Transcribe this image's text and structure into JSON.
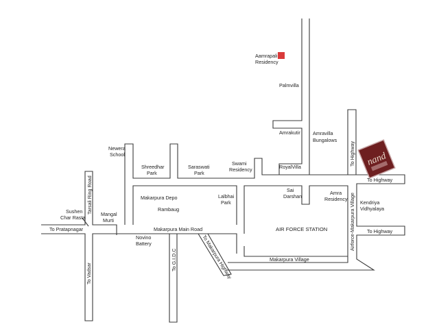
{
  "map": {
    "colors": {
      "background": "#ffffff",
      "road_line": "#3a3a3a",
      "text": "#222222",
      "highlight_marker": "#d93a3a",
      "logo_fill": "#6e1f20",
      "logo_border": "#c9a9a9"
    },
    "icons": {
      "destination_marker": "red-square-marker-icon",
      "brand_logo": "nand-logo-icon"
    },
    "labels": {
      "aamrapali": [
        "Aamrapali",
        "Residency"
      ],
      "palmvilla": "Palmvilla",
      "amrakutir": "Amrakutir",
      "amravilla": [
        "Amravilla",
        "Bungalows"
      ],
      "to_highway_vertical": "To Highway",
      "to_highway_1": "To Highway",
      "to_highway_2": "To Highway",
      "newera": [
        "Newera",
        "School"
      ],
      "shreedhar": [
        "Shreedhar",
        "Park"
      ],
      "saraswati": [
        "Saraswati",
        "Park"
      ],
      "swami": [
        "Swami",
        "Residency"
      ],
      "royalvilla": "RoyalVilla",
      "sai_darshan": [
        "Sai",
        "Darshan"
      ],
      "amra_residency": [
        "Amra",
        "Residency"
      ],
      "kendriya": [
        "Kendriya",
        "Vidhyalaya"
      ],
      "tarsali": "Tarsali Ring Road",
      "sushen": [
        "Sushen",
        "Char Rasta"
      ],
      "mangal": [
        "Mangal",
        "Murti"
      ],
      "makarpura_depo": "Makarpura Depo",
      "rambaug": "Rambaug",
      "lalbhai": [
        "Lalbhai",
        "Park"
      ],
      "to_pratapnagar": "To Pratapnagar",
      "makarpura_main_road": "Makarpura Main Road",
      "air_force_station": "AIR FORCE STATION",
      "airforce_makarpura_village": "Airforce-Makarpura Village",
      "novino": [
        "Novino",
        "Battery"
      ],
      "to_makarpura_highway": "To Makarpura Highway",
      "to_vadsar": "To Vadsar",
      "to_gidc": "To G.I.D.C",
      "makarpura_village": "Makarpura Village"
    }
  }
}
